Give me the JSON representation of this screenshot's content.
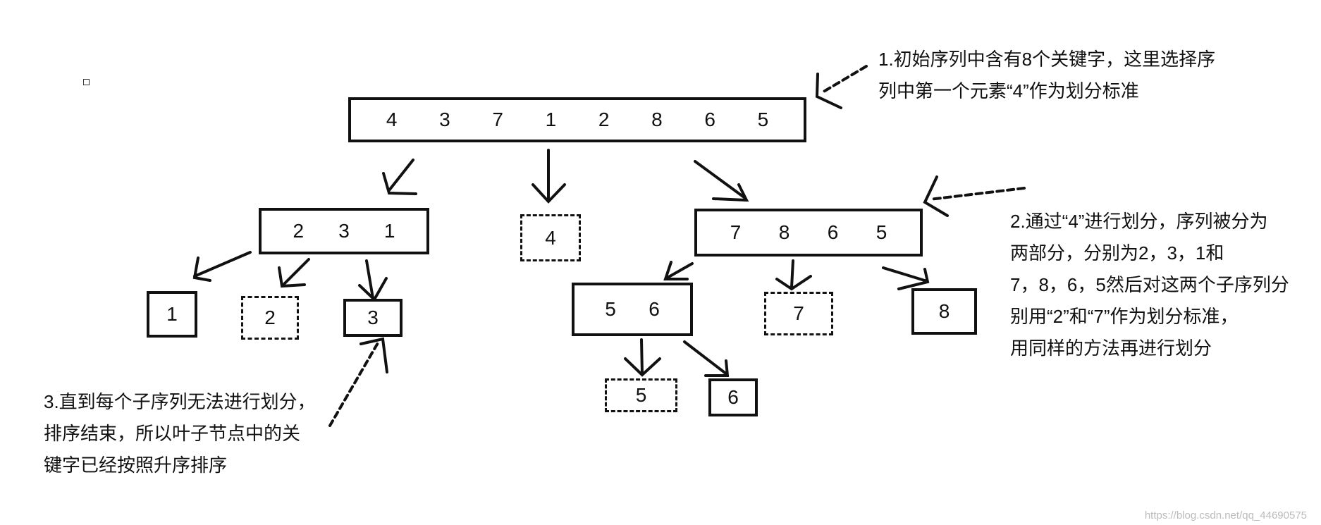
{
  "nodes": {
    "root": [
      "4",
      "3",
      "7",
      "1",
      "2",
      "8",
      "6",
      "5"
    ],
    "left": [
      "2",
      "3",
      "1"
    ],
    "pivot_root": "4",
    "right": [
      "7",
      "8",
      "6",
      "5"
    ],
    "leaf_1": "1",
    "pivot_left": "2",
    "leaf_3": "3",
    "mid": [
      "5",
      "6"
    ],
    "pivot_right": "7",
    "leaf_8": "8",
    "pivot_mid": "5",
    "leaf_6": "6"
  },
  "notes": {
    "step1": [
      "1.初始序列中含有8个关键字，这里选择序",
      "列中第一个元素“4”作为划分标准"
    ],
    "step2": [
      "2.通过“4”进行划分，序列被分为",
      "两部分，分别为2，3，1和",
      "7，8，6，5然后对这两个子序列分",
      "别用“2”和“7”作为划分标准，",
      "用同样的方法再进行划分"
    ],
    "step3": [
      "3.直到每个子序列无法进行划分，",
      "排序结束，所以叶子节点中的关",
      "键字已经按照升序排序"
    ]
  },
  "watermark": "https://blog.csdn.net/qq_44690575"
}
